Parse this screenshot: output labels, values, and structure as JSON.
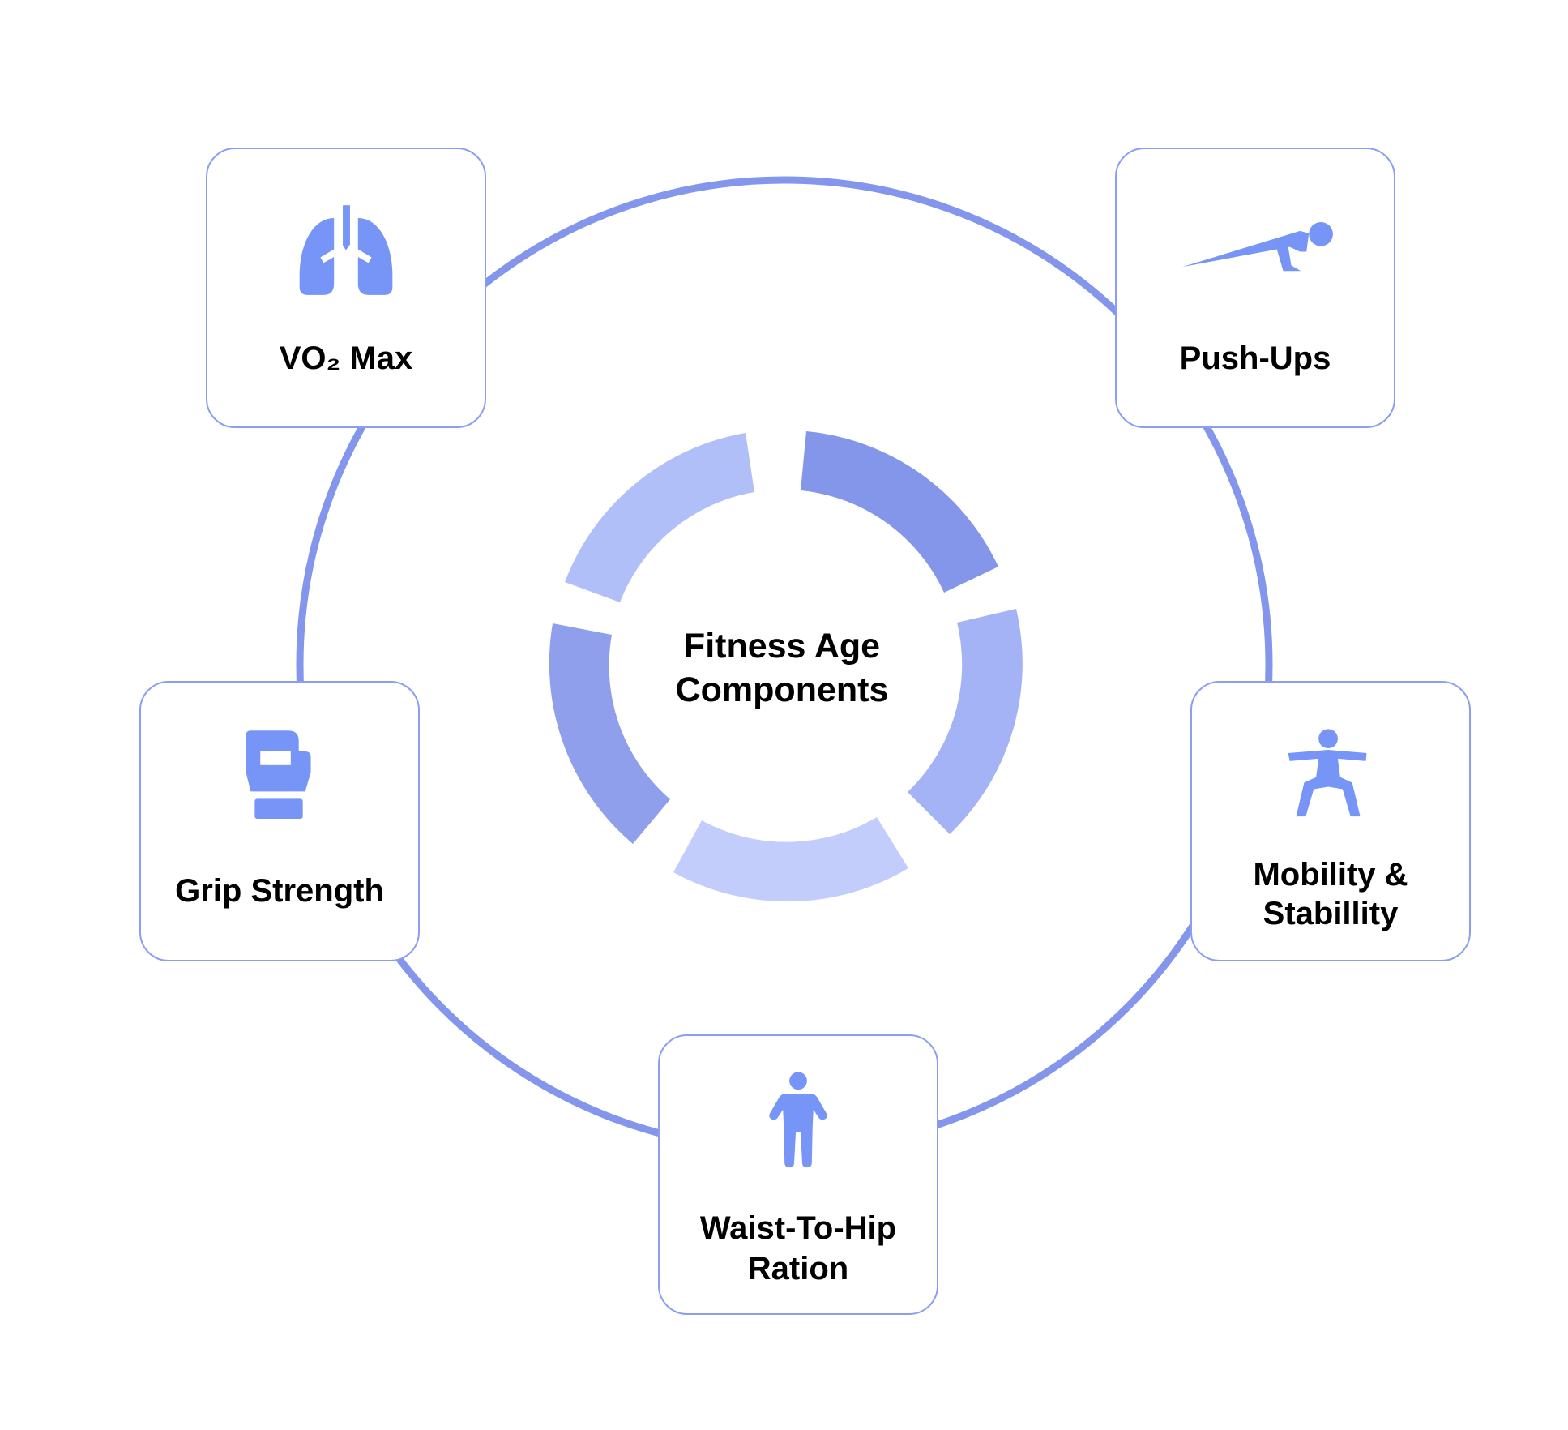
{
  "center": {
    "line1": "Fitness Age",
    "line2": "Components"
  },
  "components": [
    {
      "id": "vo2max",
      "label": "VO₂ Max",
      "icon": "lungs-icon"
    },
    {
      "id": "push-ups",
      "label": "Push-Ups",
      "icon": "push-up-figure-icon"
    },
    {
      "id": "mobility",
      "label": "Mobility &",
      "label2": "Stabillity",
      "icon": "stance-figure-icon"
    },
    {
      "id": "waist-hip",
      "label": "Waist-To-Hip",
      "label2": "Ration",
      "icon": "standing-person-icon"
    },
    {
      "id": "grip",
      "label": "Grip Strength",
      "icon": "boxing-glove-icon"
    }
  ],
  "colors": {
    "ring": "#8496ec",
    "card_border": "#8b9ef0",
    "icon": "#7794f7",
    "segments": [
      "#8496e9",
      "#a4b2f6",
      "#c2cdfb",
      "#909fec",
      "#b1bff9"
    ]
  }
}
